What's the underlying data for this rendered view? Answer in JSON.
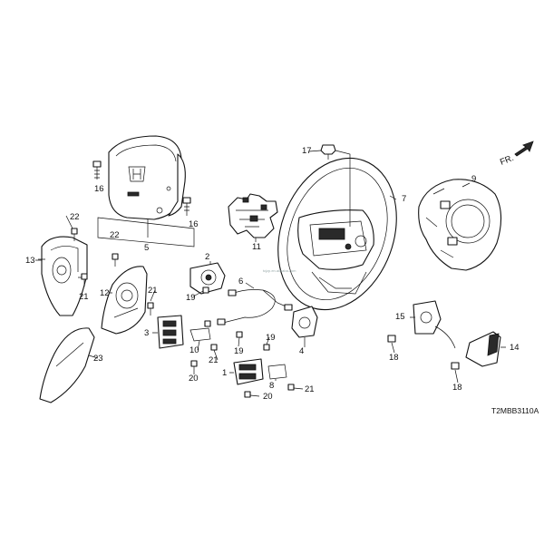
{
  "diagram": {
    "code": "T2MBB3110A",
    "direction_label": "FR.",
    "watermark": "tcjzp.en.alibaba.com",
    "callouts": {
      "c1": "1",
      "c2": "2",
      "c3": "3",
      "c4": "4",
      "c5": "5",
      "c6": "6",
      "c7": "7",
      "c8": "8",
      "c9": "9",
      "c10": "10",
      "c11": "11",
      "c12": "12",
      "c13": "13",
      "c14": "14",
      "c15": "15",
      "c16a": "16",
      "c16b": "16",
      "c17": "17",
      "c18a": "18",
      "c18b": "18",
      "c19a": "19",
      "c19b": "19",
      "c19c": "19",
      "c20a": "20",
      "c20b": "20",
      "c21a": "21",
      "c21b": "21",
      "c21c": "21",
      "c21d": "21",
      "c22a": "22",
      "c22b": "22",
      "c23": "23"
    }
  }
}
